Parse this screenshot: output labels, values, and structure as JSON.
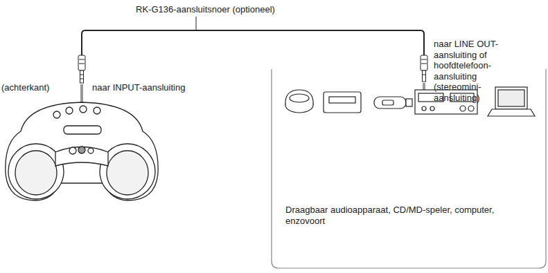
{
  "diagram": {
    "nodes": [
      {
        "text": [
          "Draagbaar audioapparaat, CD/MD-speler, computer, enzovoort"
        ]
      }
    ],
    "labels": [
      "RK-G136-aansluitsnoer (optioneel)",
      "(achterkant)",
      "naar INPUT-aansluiting",
      "naar LINE OUT-aansluiting of hoofdtelefoon-aansluiting (stereomini-aansluiting)"
    ]
  }
}
